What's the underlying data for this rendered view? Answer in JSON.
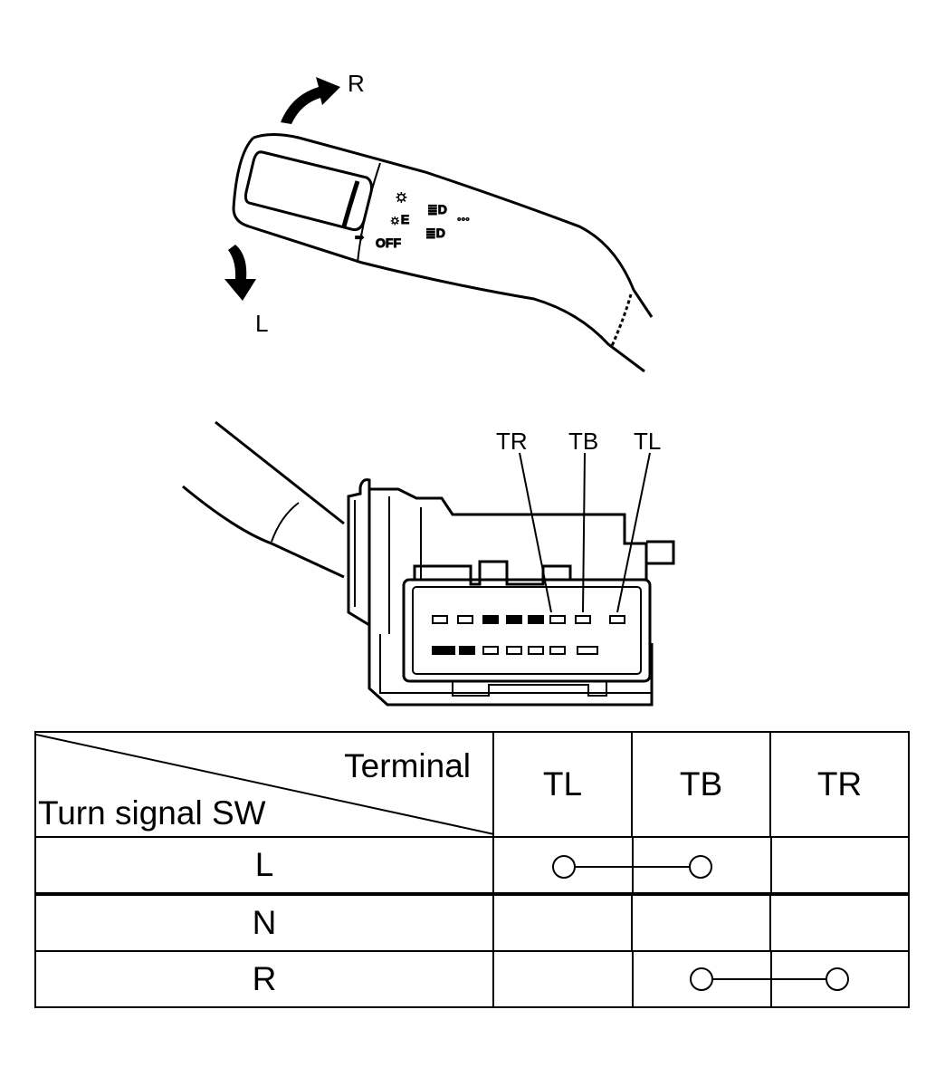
{
  "lever_labels": {
    "right": "R",
    "left": "L"
  },
  "connector_labels": {
    "tr": "TR",
    "tb": "TB",
    "tl": "TL"
  },
  "table": {
    "corner_terminal": "Terminal",
    "corner_switch": "Turn signal SW",
    "terminals": [
      "TL",
      "TB",
      "TR"
    ],
    "rows": [
      {
        "position": "L",
        "connected": [
          "TL",
          "TB"
        ]
      },
      {
        "position": "N",
        "connected": []
      },
      {
        "position": "R",
        "connected": [
          "TB",
          "TR"
        ]
      }
    ]
  },
  "icons": [
    "turn-right-arrow-icon",
    "turn-left-arrow-icon",
    "continuity-circle-icon"
  ]
}
